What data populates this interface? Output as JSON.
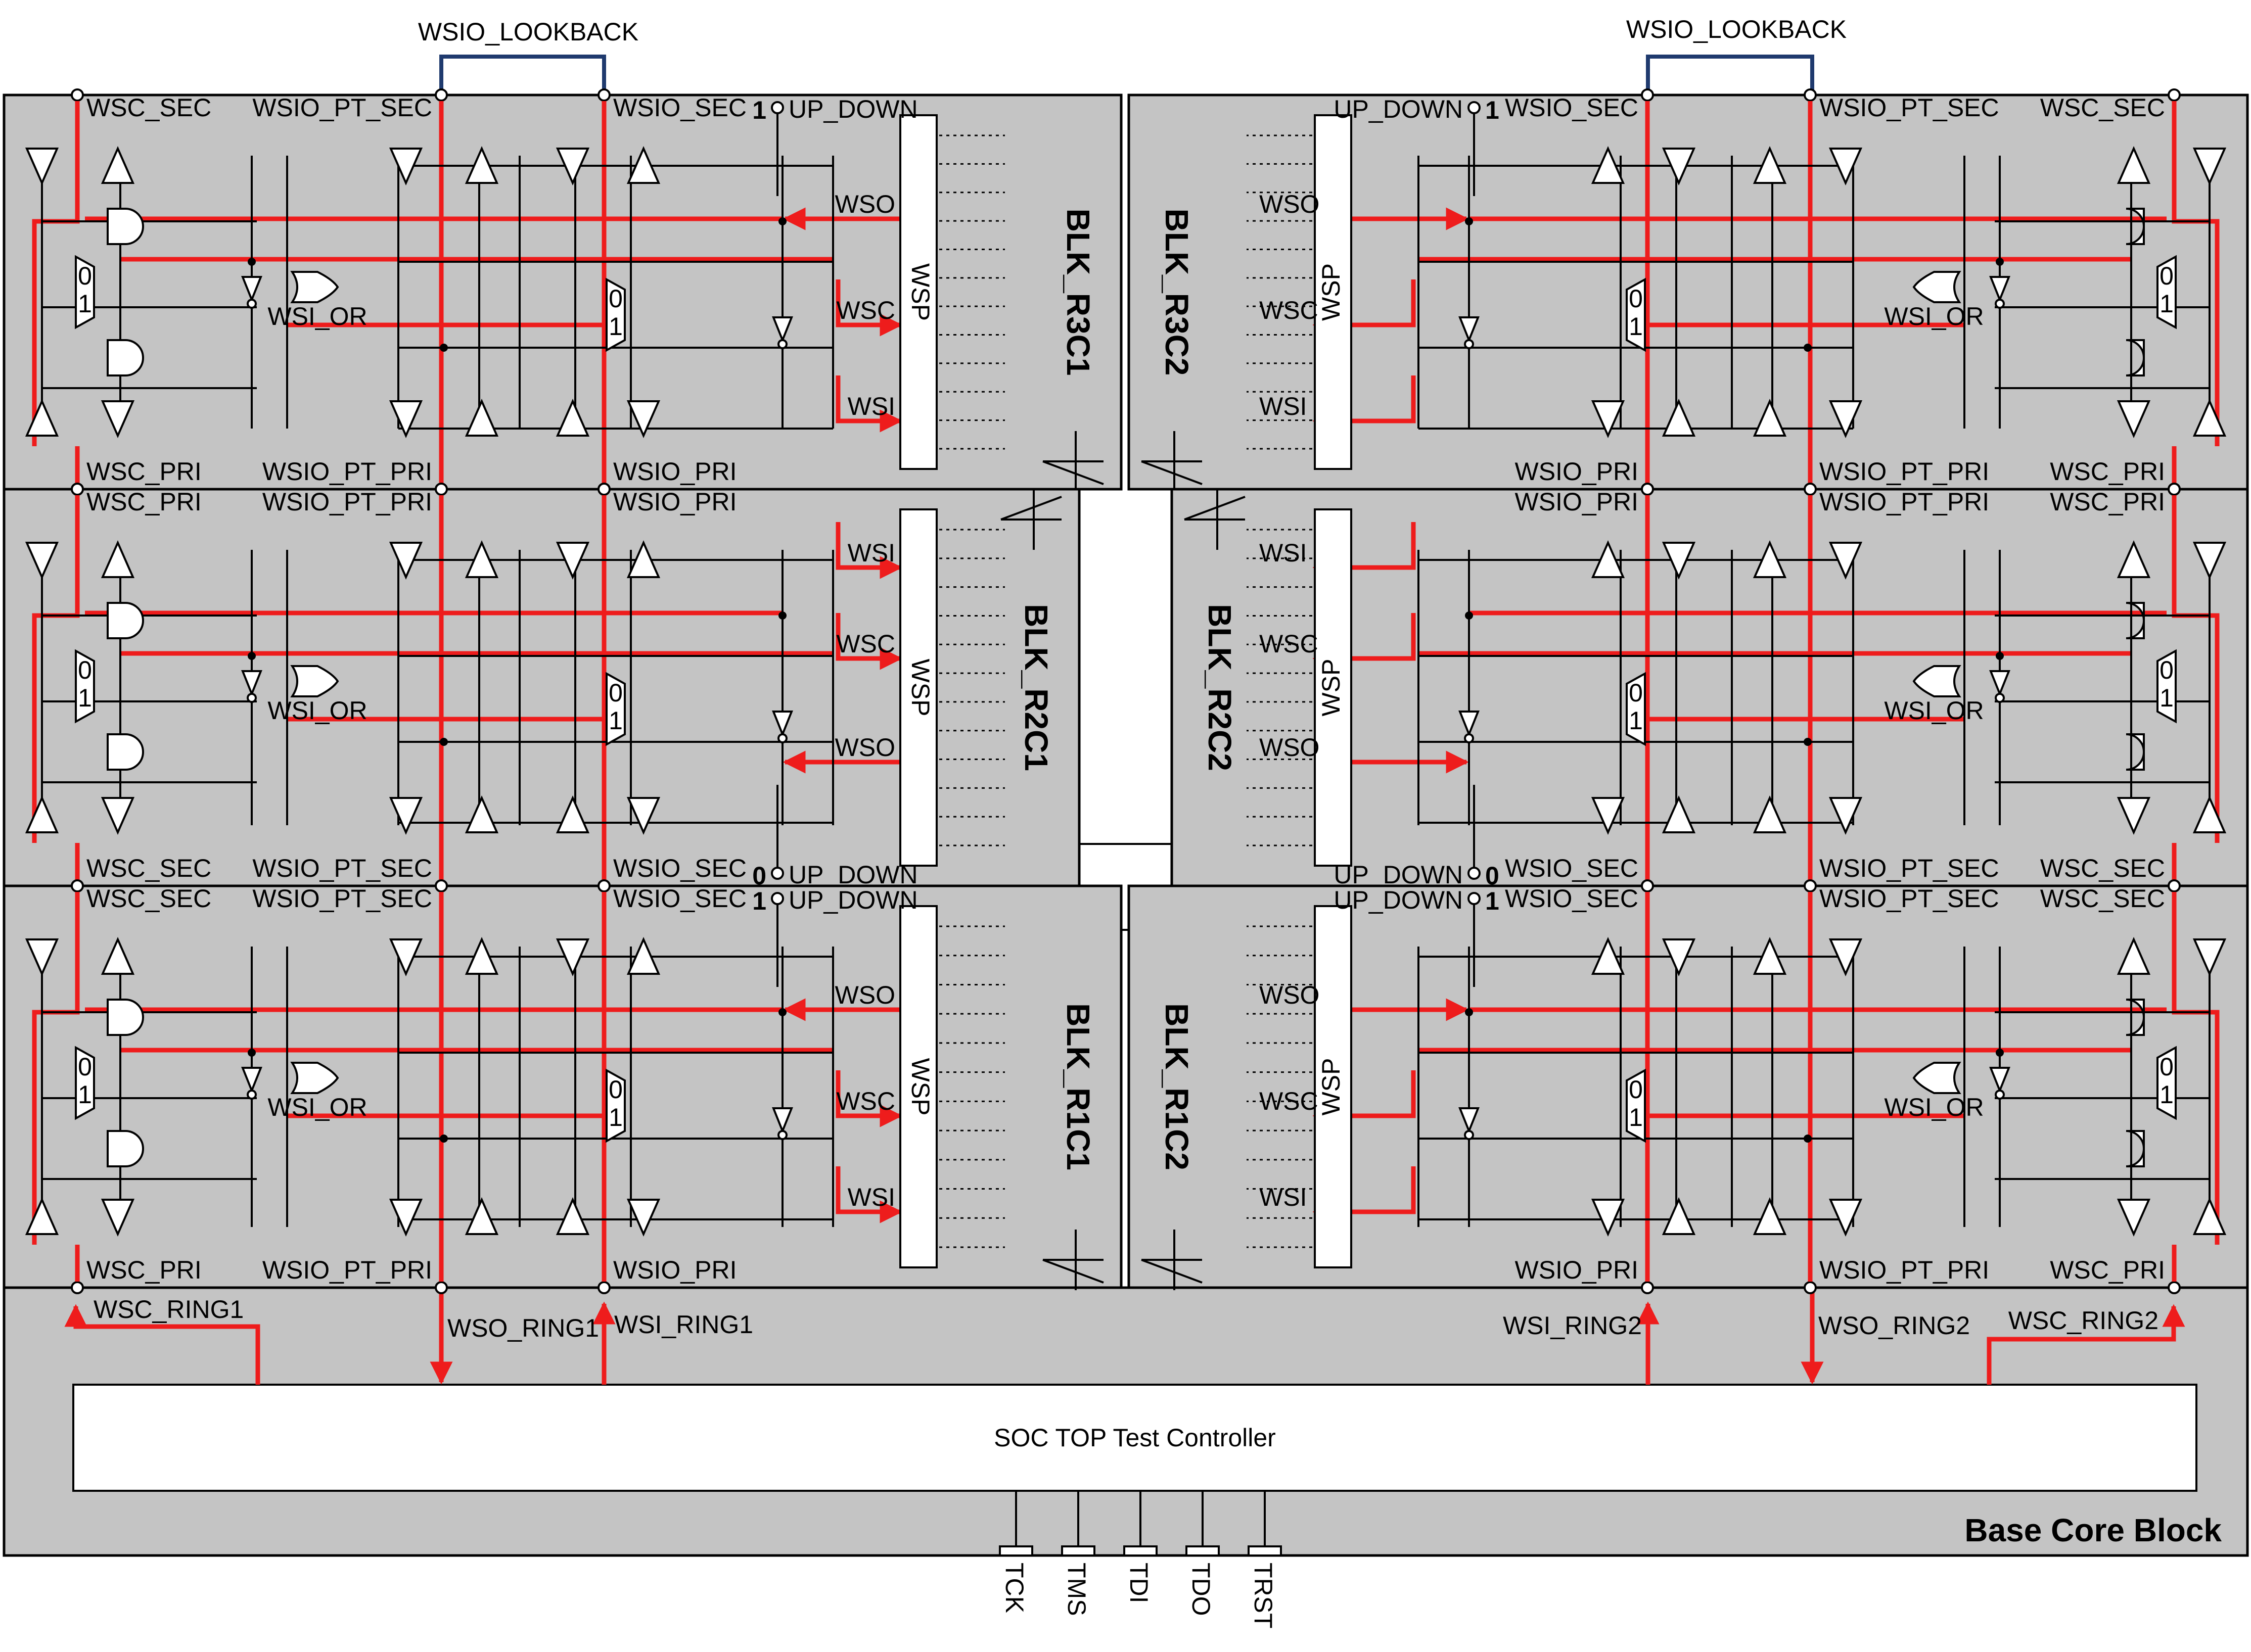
{
  "lookback_label": "WSIO_LOOKBACK",
  "controller_label": "SOC TOP Test Controller",
  "base_label": "Base Core Block",
  "jtag_pins": [
    "TCK",
    "TMS",
    "TDI",
    "TDO",
    "TRST"
  ],
  "ring_labels": {
    "wsc_ring1": "WSC_RING1",
    "wso_ring1": "WSO_RING1",
    "wsi_ring1": "WSI_RING1",
    "wsi_ring2": "WSI_RING2",
    "wso_ring2": "WSO_RING2",
    "wsc_ring2": "WSC_RING2"
  },
  "port_labels": {
    "wsc_sec": "WSC_SEC",
    "wsc_pri": "WSC_PRI",
    "wsio_pt_sec": "WSIO_PT_SEC",
    "wsio_pt_pri": "WSIO_PT_PRI",
    "wsio_sec": "WSIO_SEC",
    "wsio_pri": "WSIO_PRI",
    "up_down": "UP_DOWN",
    "wsi_or": "WSI_OR",
    "wso": "WSO",
    "wsc": "WSC",
    "wsi": "WSI",
    "wsp": "WSP"
  },
  "blocks": [
    {
      "name": "BLK_R3C1",
      "up_down_value": "1"
    },
    {
      "name": "BLK_R3C2",
      "up_down_value": "1"
    },
    {
      "name": "BLK_R2C1",
      "up_down_value": "0"
    },
    {
      "name": "BLK_R2C2",
      "up_down_value": "0"
    },
    {
      "name": "BLK_R1C1",
      "up_down_value": "1"
    },
    {
      "name": "BLK_R1C2",
      "up_down_value": "1"
    }
  ],
  "mux_inputs": [
    "0",
    "1"
  ],
  "colors": {
    "panel": "#c4c4c4",
    "signal": "#ee1c1c",
    "lookback": "#1f3a6e",
    "wire": "#000000"
  }
}
